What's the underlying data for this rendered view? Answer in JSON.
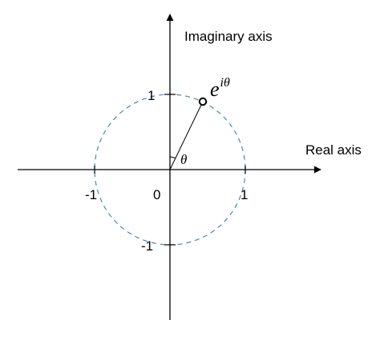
{
  "diagram": {
    "axes": {
      "x_label": "Real axis",
      "y_label": "Imaginary axis"
    },
    "ticks": {
      "x_neg": "-1",
      "x_pos": "1",
      "y_pos": "1",
      "y_neg": "-1",
      "origin": "0"
    },
    "point": {
      "label_base": "e",
      "label_exp": "iθ"
    },
    "angle_label": "θ",
    "colors": {
      "circle": "#4a86b8",
      "ink": "#000000"
    }
  }
}
